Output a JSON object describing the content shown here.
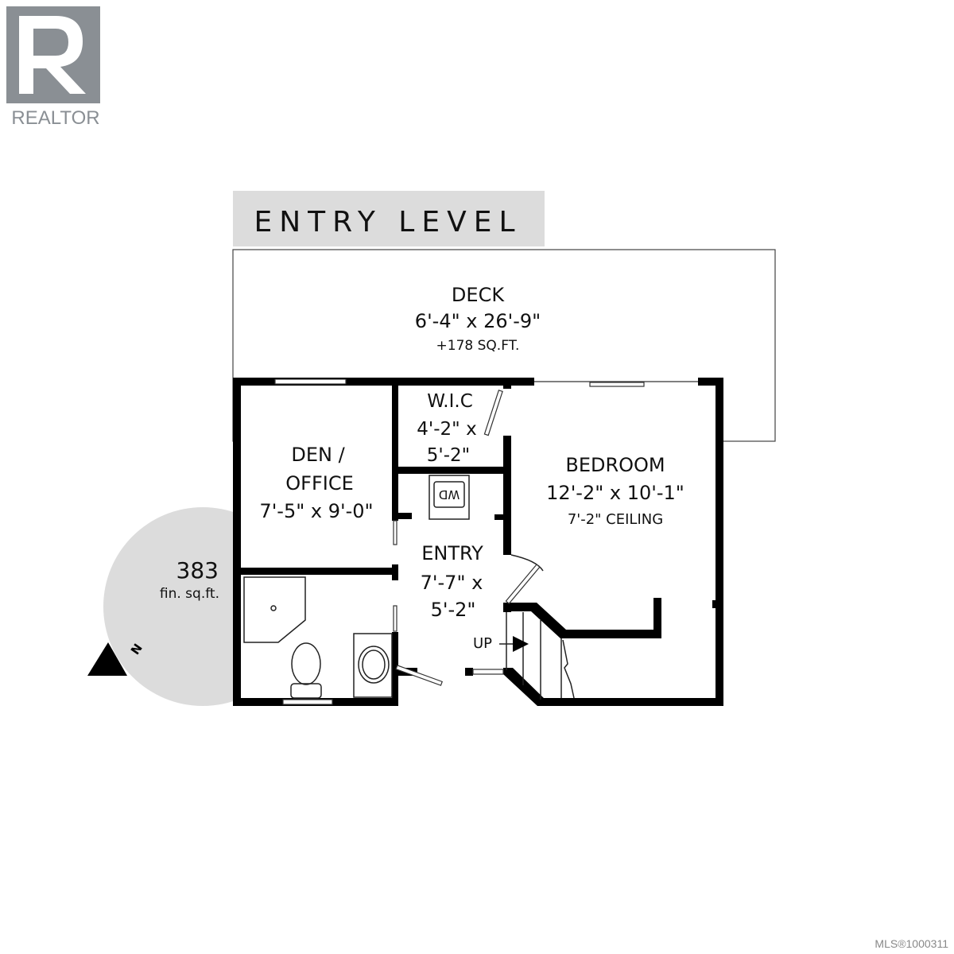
{
  "logo": {
    "text": "REALTOR",
    "mark": "R",
    "color": "#8a8f94"
  },
  "title": "ENTRY LEVEL",
  "area": {
    "value": "383",
    "unit": "fin. sq.ft."
  },
  "compass": {
    "label": "N"
  },
  "rooms": {
    "deck": {
      "name": "DECK",
      "size": "6'-4\" x 26'-9\"",
      "extra": "+178 SQ.FT."
    },
    "wic": {
      "name": "W.I.C",
      "size1": "4'-2\" x",
      "size2": "5'-2\""
    },
    "den": {
      "name1": "DEN /",
      "name2": "OFFICE",
      "size": "7'-5\" x 9'-0\""
    },
    "bedroom": {
      "name": "BEDROOM",
      "size": "12'-2\" x 10'-1\"",
      "ceiling": "7'-2\" CEILING"
    },
    "entry": {
      "name": "ENTRY",
      "size1": "7'-7\" x",
      "size2": "5'-2\""
    }
  },
  "fixtures": {
    "washer_dryer": "WD",
    "stairs": "UP"
  },
  "footer": {
    "mls": "MLS®1000311"
  },
  "colors": {
    "title_bg": "#dcdcdc",
    "area_circle": "#dcdcdc",
    "wall": "#000000"
  }
}
